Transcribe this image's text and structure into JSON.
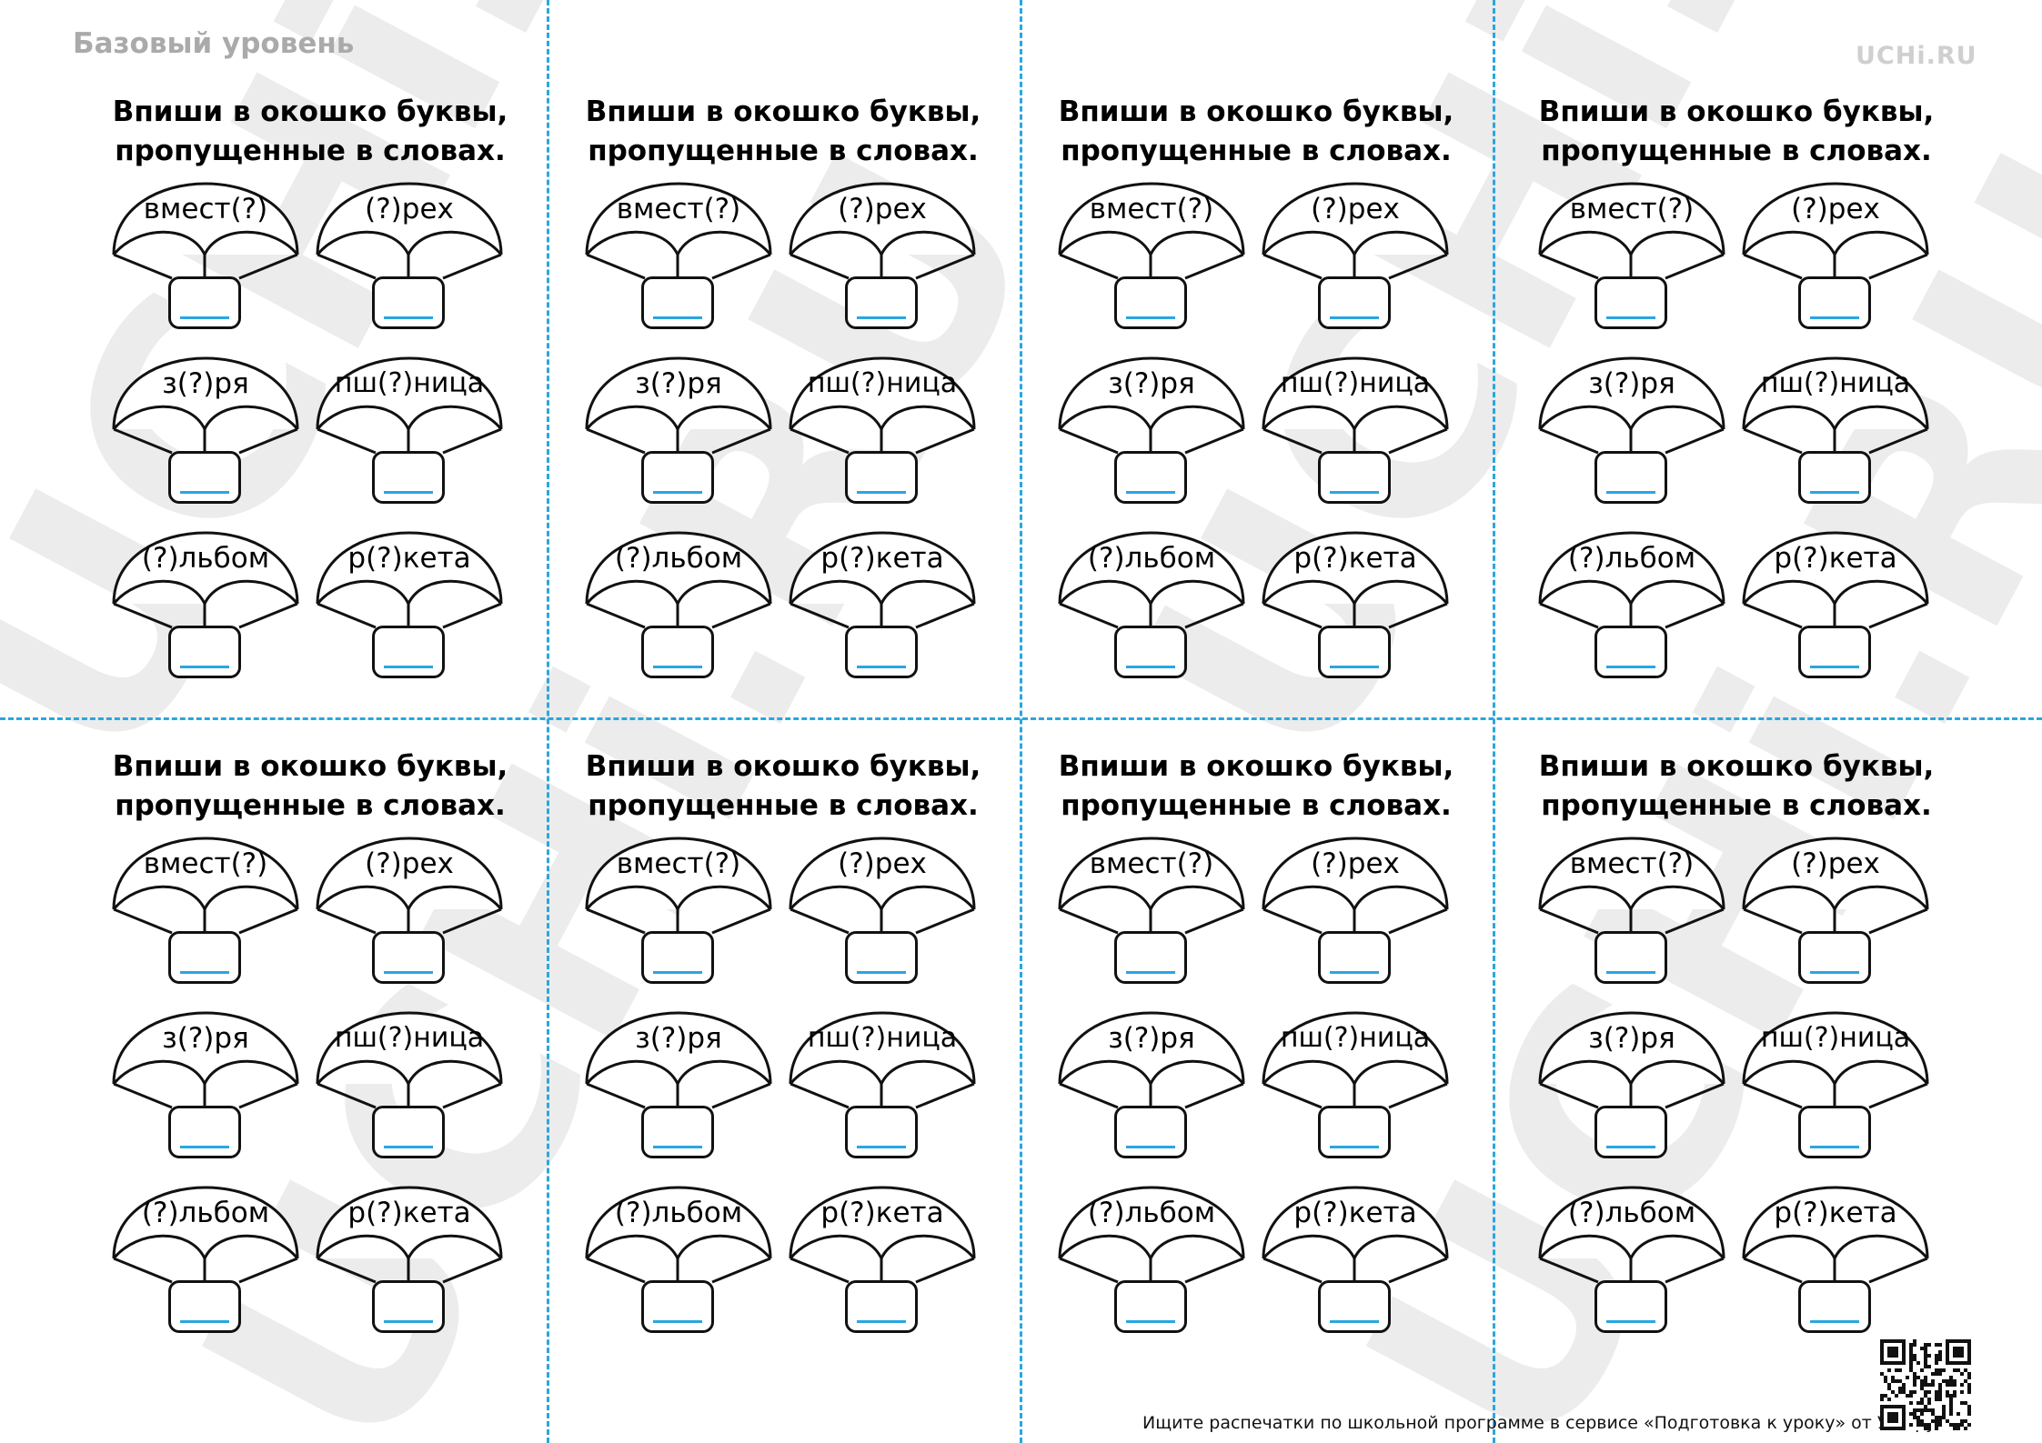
{
  "header": {
    "level": "Базовый уровень",
    "brand": "UCHi.RU"
  },
  "watermark_text": "UCHi.RU",
  "card": {
    "title_line1": "Впиши в окошко буквы,",
    "title_line2": "пропущенные в словах.",
    "words": [
      "вмест(?)",
      "(?)рех",
      "з(?)ря",
      "пш(?)ница",
      "(?)льбом",
      "р(?)кета"
    ]
  },
  "footer": {
    "text": "Ищите распечатки по школьной программе в сервисе «Подготовка к уроку» от Учи.ру."
  },
  "icons": {
    "qr": "qr-code-icon"
  },
  "colors": {
    "guide": "#2aa6e0",
    "answer_line": "#2aa6e0",
    "watermark": "#ececec",
    "level": "#aaaaaa"
  }
}
